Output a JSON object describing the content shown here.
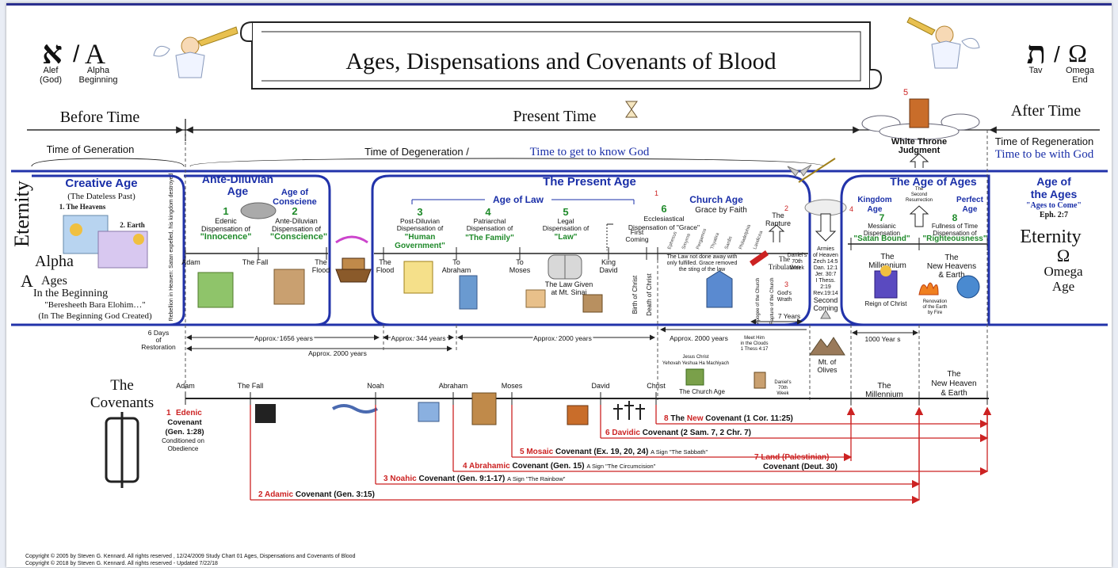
{
  "title": "Ages, Dispensations and Covenants of Blood",
  "corner_left": {
    "alef_letter": "א",
    "alpha_letter": "A",
    "alef_label": "Alef\n(God)",
    "alpha_label": "Alpha\nBeginning",
    "alef_line1": "Alef",
    "alef_line2": "(God)",
    "alpha_line1": "Alpha",
    "alpha_line2": "Beginning"
  },
  "corner_right": {
    "tav_letter": "ת",
    "omega_letter": "Ω",
    "tav_label": "Tav",
    "omega_line1": "Omega",
    "omega_line2": "End"
  },
  "time_headers": {
    "before": "Before Time",
    "present": "Present Time",
    "after": "After Time"
  },
  "time_sub": {
    "generation": "Time of Generation",
    "degeneration": "Time of Degeneration  /",
    "know_god": "Time to get to know God",
    "regeneration": "Time of Regeneration",
    "be_with_god": "Time to be with God"
  },
  "white_throne": {
    "line1": "White Throne",
    "line2": "Judgment",
    "number": "5"
  },
  "eternity_left": {
    "eternity": "Eternity",
    "creative_age": "Creative Age",
    "dateless": "(The Dateless Past)",
    "heavens": "1. The Heavens",
    "earth": "2. Earth",
    "alpha": "Alpha",
    "ages": "Ages",
    "beginning": "In the Beginning",
    "hebrew": "\"Beresheeth Bara Elohim…\"",
    "english": "(In The Beginning God Created)",
    "rebellion": "Rebellion in Heaven: Satan expelled, his kingdom destroyed"
  },
  "ante_diluvian": {
    "title1": "Ante-Diluvian",
    "title2": "Age",
    "age_conscience1": "Age of",
    "age_conscience2": "Consciene",
    "d1_num": "1",
    "d1_name1": "Edenic",
    "d1_name2": "Dispensation of",
    "d1_quote": "\"Innocence\"",
    "d2_num": "2",
    "d2_name1": "Ante-Diluvian",
    "d2_name2": "Dispensation of",
    "d2_quote": "\"Conscience\"",
    "adam": "Adam",
    "fall": "The Fall",
    "flood1": "The",
    "flood2": "Flood"
  },
  "present_age": {
    "title": "The Present Age",
    "age_of_law": "Age of Law",
    "church_age": "Church Age",
    "grace_by_faith": "Grace by Faith",
    "d3_num": "3",
    "d3_l1": "Post-Diluvian",
    "d3_l2": "Dispensation of",
    "d3_q1": "\"Human",
    "d3_q2": "Government\"",
    "d4_num": "4",
    "d4_l1": "Patriarchal",
    "d4_l2": "Dispensation of",
    "d4_q": "\"The Family\"",
    "d5_num": "5",
    "d5_l1": "Legal",
    "d5_l2": "Dispensation of",
    "d5_q": "\"Law\"",
    "d6_num": "6",
    "d6_l1": "Ecclesiastical",
    "d6_l2": "Dispensation of \"Grace\"",
    "d6_grace": "\"Grace\"",
    "first_coming1": "First",
    "first_coming2": "Coming",
    "flood": "The\nFlood",
    "to_abraham": "To\nAbraham",
    "to_moses": "To\nMoses",
    "king_david": "King\nDavid",
    "law_given1": "The Law Given",
    "law_given2": "at Mt. Sinai",
    "birth_of_christ": "Birth of Christ",
    "death_of_christ": "Death of Christ",
    "law_note1": "The Law not done away with",
    "law_note2": "only fulfilled. Grace removed",
    "law_note3": "the sting of the law",
    "rapture1": "The",
    "rapture2": "Rapture",
    "daniels": "Daniel's\n70th\nWeek",
    "tribulation1": "The",
    "tribulation2": "Tribulation",
    "gods_wrath": "God's\nWrath",
    "apogee": "Apogee of the Church",
    "rapture_of_church": "Rapture of the Church",
    "n1": "1",
    "n2": "2",
    "n3": "3",
    "n4": "4",
    "seven_churches": [
      "Ephesus",
      "Smyrna",
      "Pergamos",
      "Thyatira",
      "Sardis",
      "Philadelphia",
      "Laodicea"
    ]
  },
  "armies": {
    "l1": "Armies",
    "l2": "of Heaven",
    "l3": "Zech 14:5",
    "l4": "Dan. 12:1",
    "l5": "Jer. 30:7",
    "l6": "I Thess.",
    "l7": "2:19",
    "l8": "Rev.19:14",
    "second_coming1": "Second",
    "second_coming2": "Coming",
    "mt_olives1": "Mt. of",
    "mt_olives2": "Olives"
  },
  "age_of_ages": {
    "title": "The Age of Ages",
    "kingdom1": "Kingdom",
    "kingdom2": "Age",
    "perfect1": "Perfect",
    "perfect2": "Age",
    "second_res1": "The",
    "second_res2": "Second",
    "second_res3": "Resurrection",
    "d7_num": "7",
    "d7_l1": "Messianic",
    "d7_l2": "Dispensation",
    "d7_q": "\"Satan Bound\"",
    "d8_num": "8",
    "d8_l1": "Fullness of Time",
    "d8_l2": "Dispensation of",
    "d8_q": "\"Righteousness\"",
    "millennium1": "The",
    "millennium2": "Millennium",
    "new_heavens1": "The",
    "new_heavens2": "New Heavens",
    "new_heavens3": "& Earth",
    "reign": "Reign of Christ",
    "renovation1": "Renovation",
    "renovation2": "of the Earth",
    "renovation3": "by Fire"
  },
  "eternity_right": {
    "title1": "Age of",
    "title2": "the Ages",
    "quote": "\"Ages to Come\"",
    "ref": "Eph. 2:7",
    "eternity": "Eternity",
    "omega": "Ω",
    "omega_age1": "Omega",
    "omega_age2": "Age"
  },
  "spans": {
    "six_days1": "6 Days",
    "six_days2": "of",
    "six_days3": "Restoration",
    "y1656": "Approx. 1656 years",
    "y344": "Approx. 344 years",
    "y2000a": "Approx. 2000 years",
    "y2000b": "Approx. 2000 years",
    "y2000c": "Approx. 2000 years",
    "seven_years": "7 Years",
    "thousand": "1000 Year s"
  },
  "church_lower": {
    "meet1": "Meet Him",
    "meet2": "in the Clouds",
    "meet3": "1 Thess 4:17",
    "jesus1": "Jesus Christ",
    "jesus2": "Yehovah Yeshua Ha Machiyach",
    "church_age": "The Church Age",
    "daniels": "Daniel's\n70th\nWeek"
  },
  "covenants": {
    "title1": "The",
    "title2": "Covenants",
    "timeline": [
      "Adam",
      "The Fall",
      "Noah",
      "Abraham",
      "Moses",
      "David",
      "Christ"
    ],
    "millennium1": "The",
    "millennium2": "Millennium",
    "new_heaven1": "The",
    "new_heaven2": "New Heaven",
    "new_heaven3": "& Earth",
    "c1_num": "1",
    "c1_name": "Edenic",
    "c1_l2": "Covenant",
    "c1_l3": "(Gen. 1:28)",
    "c1_l4": "Conditioned on",
    "c1_l5": "Obedience",
    "c2_num": "2",
    "c2_name": "Adamic",
    "c2_rest": "Covenant  (Gen. 3:15)",
    "c3_num": "3",
    "c3_name": "Noahic",
    "c3_rest": "Covenant  (Gen. 9:1-17)",
    "c3_sign": "A Sign \"The Rainbow\"",
    "c4_num": "4",
    "c4_name": "Abrahamic",
    "c4_rest": "Covenant (Gen. 15)",
    "c4_sign": "A Sign \"The Circumcision\"",
    "c5_num": "5",
    "c5_name": "Mosaic",
    "c5_rest": "Covenant (Ex. 19, 20, 24)",
    "c5_sign": "A Sign \"The Sabbath\"",
    "c6_num": "6",
    "c6_name": "Davidic",
    "c6_rest": "Covenant  (2 Sam. 7, 2 Chr. 7)",
    "c7_num": "7",
    "c7_name": "Land (Palestinian)",
    "c7_rest": "Covenant (Deut. 30)",
    "c8_num": "8",
    "c8_the": "The",
    "c8_name": "New",
    "c8_rest": "Covenant (1 Cor. 11:25)"
  },
  "copyright": {
    "line1": "Copyright © 2005 by Steven G. Kennard. All rights reserved ,  12/24/2009 Study Chart 01 Ages, Dispensations and Covenants of Blood",
    "line2": "Copyright © 2018 by Steven G. Kennard. All rights reserved - Updated 7/22/18"
  },
  "colors": {
    "blue": "#1a2fa8",
    "green": "#1f8a2a",
    "red": "#cc2222",
    "line": "#222222"
  }
}
